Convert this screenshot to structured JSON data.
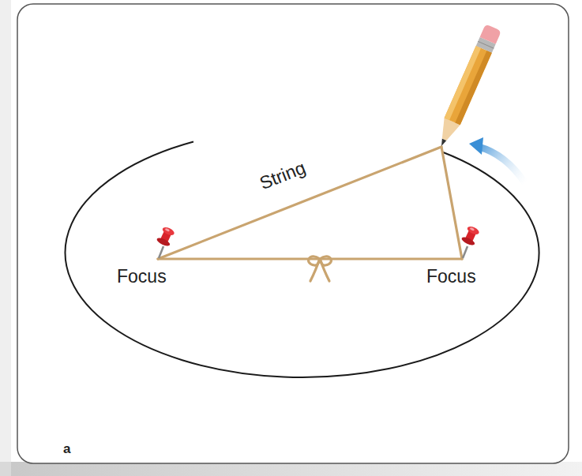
{
  "diagram": {
    "labels": [
      "Focus",
      "Focus",
      "String",
      "a"
    ]
  }
}
